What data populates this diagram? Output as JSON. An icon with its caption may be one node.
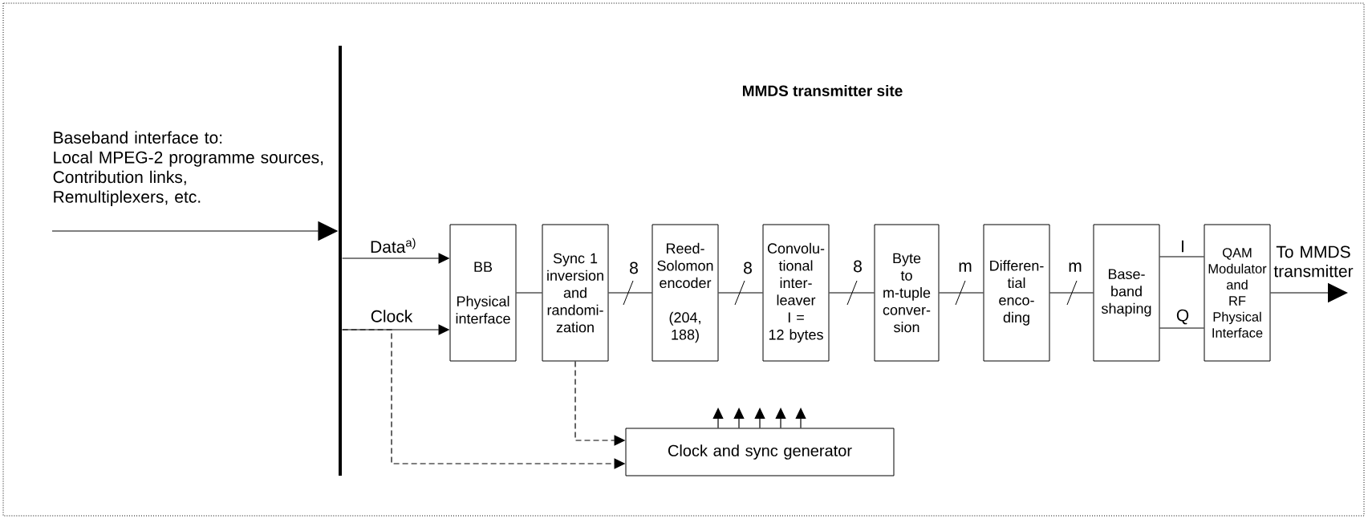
{
  "diagram": {
    "title": "MMDS transmitter site",
    "nodes": [
      {
        "text": [],
        "shape": "bar"
      },
      {
        "text": [
          "BB",
          "Physical interface"
        ]
      },
      {
        "text": [
          "Sync 1 inversion and randomi- zation"
        ]
      },
      {
        "text": [
          "Reed- Solomon encoder",
          "(204, 188)"
        ]
      },
      {
        "text": [
          "Convolu- tional inter- leaver I = 12 bytes"
        ]
      },
      {
        "text": [
          "Byte to m-tuple conver- sion"
        ]
      },
      {
        "text": [
          "Differen- tial enco- ding"
        ]
      },
      {
        "text": [
          "Base- band shaping"
        ]
      },
      {
        "text": [
          "QAM Modulator and RF Physical Interface"
        ]
      },
      {
        "text": [
          "Clock and sync generator"
        ]
      }
    ],
    "edges": [
      {
        "from": null,
        "to": 0,
        "arrow": "to"
      },
      {
        "from": 0,
        "to": 1,
        "arrow": "to",
        "label": "Data$^{a)}$"
      },
      {
        "from": 0,
        "to": 1,
        "arrow": "to",
        "label": "Clock"
      },
      {
        "from": 0,
        "to": 9,
        "arrow": "to",
        "style": "dashed"
      },
      {
        "from": 2,
        "to": 9,
        "arrow": "to",
        "style": "dashed"
      },
      {
        "from": 1,
        "to": 2,
        "arrow": "none"
      },
      {
        "from": 2,
        "to": 3,
        "arrow": "none",
        "label": "8"
      },
      {
        "from": 3,
        "to": 4,
        "arrow": "none",
        "label": "8"
      },
      {
        "from": 4,
        "to": 5,
        "arrow": "none",
        "label": "8"
      },
      {
        "from": 5,
        "to": 6,
        "arrow": "none",
        "label": "m"
      },
      {
        "from": 6,
        "to": 7,
        "arrow": "none",
        "label": "m"
      },
      {
        "from": 7,
        "to": 8,
        "arrow": "none",
        "label": "I"
      },
      {
        "from": 7,
        "to": 8,
        "arrow": "none",
        "label": "Q"
      },
      {
        "from": 8,
        "to": null,
        "arrow": "to",
        "label": "To MMDS transmitter"
      },
      {
        "from": 9,
        "to": null,
        "arrow": "to"
      },
      {
        "from": 9,
        "to": null,
        "arrow": "to"
      },
      {
        "from": 9,
        "to": null,
        "arrow": "to"
      },
      {
        "from": 9,
        "to": null,
        "arrow": "to"
      },
      {
        "from": 9,
        "to": null,
        "arrow": "to"
      }
    ],
    "labels": [
      "Baseband interface to: Local MPEG-2 programme sources, Contribution links, Remultiplexers, etc."
    ]
  }
}
